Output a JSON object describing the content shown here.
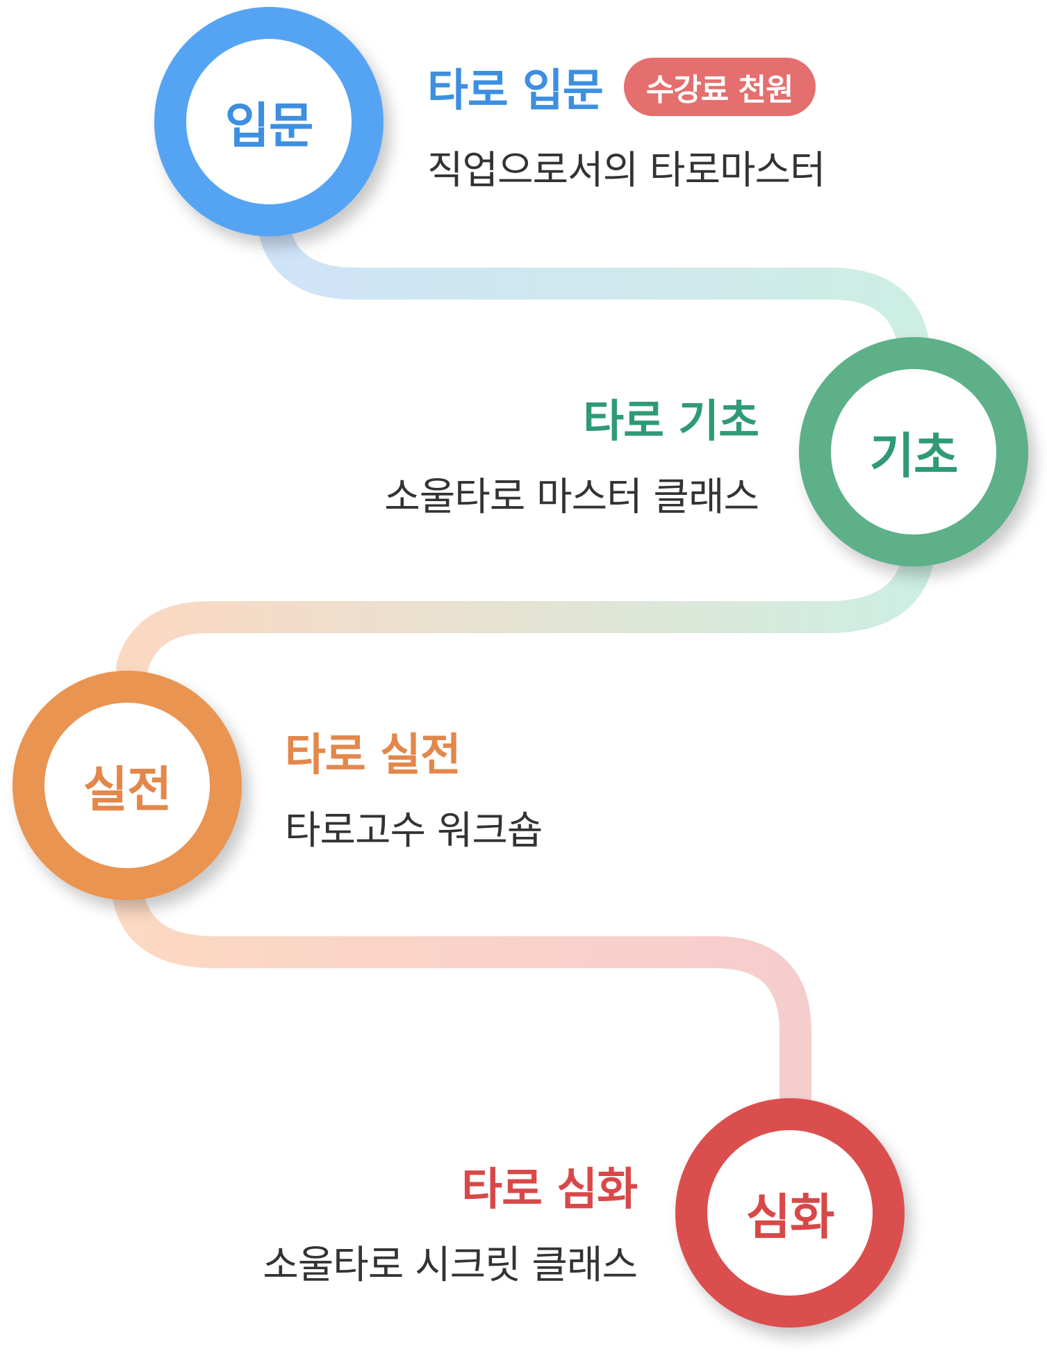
{
  "colors": {
    "intro": "#55a4f4",
    "intro_text": "#3d8fe0",
    "basic": "#5db088",
    "basic_text": "#2f9a78",
    "practice": "#ea9452",
    "practice_text": "#e3874a",
    "advanced": "#db4e4e",
    "advanced_text": "#d84848",
    "badge": "#e56e6e"
  },
  "steps": [
    {
      "circle_label": "입문",
      "title": "타로 입문",
      "badge": "수강료 천원",
      "subtitle": "직업으로서의 타로마스터"
    },
    {
      "circle_label": "기초",
      "title": "타로 기초",
      "subtitle": "소울타로 마스터 클래스"
    },
    {
      "circle_label": "실전",
      "title": "타로 실전",
      "subtitle": "타로고수 워크숍"
    },
    {
      "circle_label": "심화",
      "title": "타로 심화",
      "subtitle": "소울타로 시크릿 클래스"
    }
  ]
}
